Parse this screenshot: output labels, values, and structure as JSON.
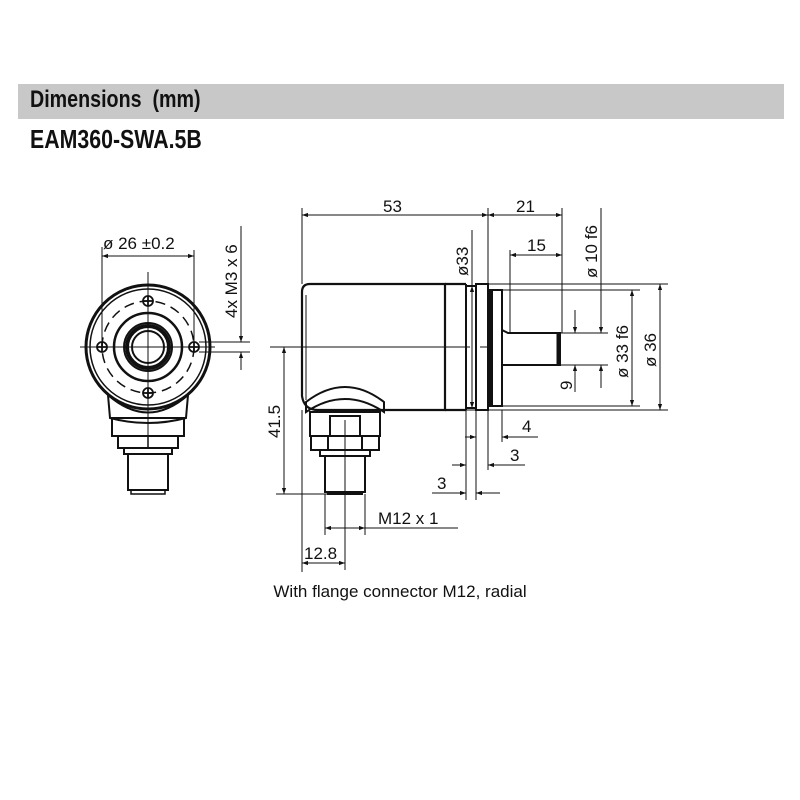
{
  "header": {
    "title": "Dimensions  (mm)",
    "model": "EAM360-SWA.5B"
  },
  "caption": "With flange connector M12, radial",
  "front_view": {
    "dimensions": {
      "bolt_circle": "ø 26 ±0.2",
      "threads": "4x M3 x 6"
    }
  },
  "side_view": {
    "dimensions": {
      "body_length": "53",
      "shaft_length_total": "21",
      "shaft_length": "15",
      "flange_diameter": "ø33",
      "shaft_diameter": "ø 10 f6",
      "spigot_diameter": "ø 33 f6",
      "outer_diameter": "ø 36",
      "flat": "9",
      "offset_4": "4",
      "offset_3a": "3",
      "offset_3b": "3",
      "connector_height": "41.5",
      "connector_thread": "M12 x 1",
      "connector_offset": "12.8"
    }
  },
  "colors": {
    "header_band": "#c8c8c8",
    "line": "#111111",
    "background": "#ffffff"
  }
}
